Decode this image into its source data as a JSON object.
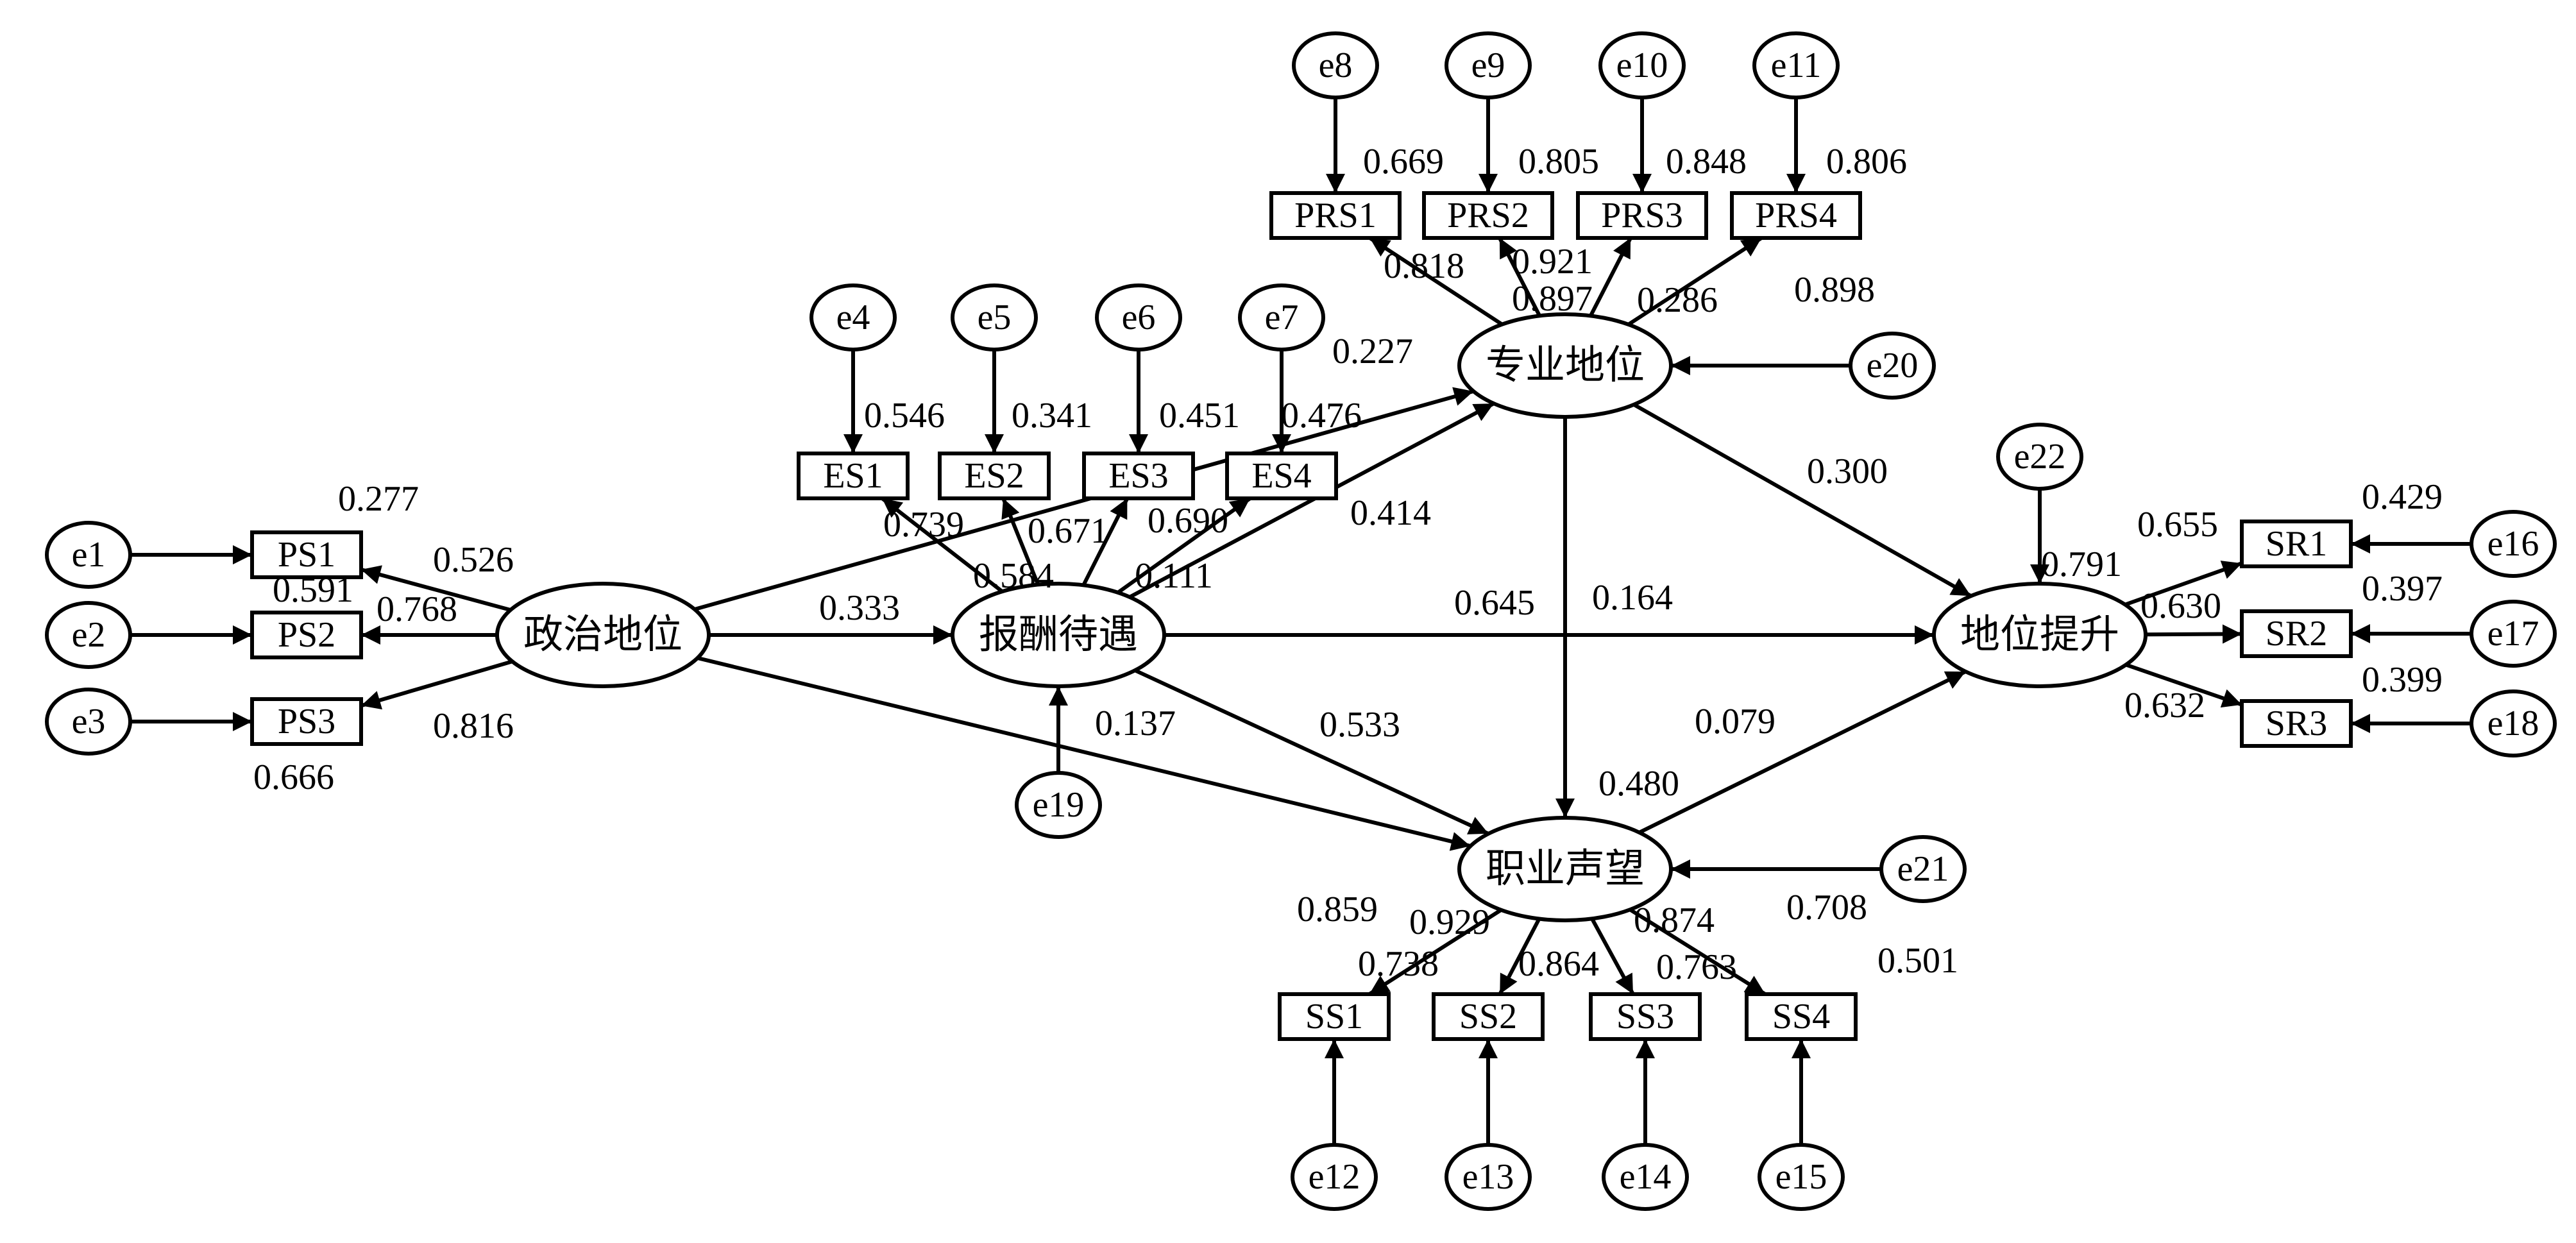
{
  "latents": [
    {
      "id": "L1",
      "label": "政治地位"
    },
    {
      "id": "L2",
      "label": "报酬待遇"
    },
    {
      "id": "L3",
      "label": "专业地位"
    },
    {
      "id": "L4",
      "label": "职业声望"
    },
    {
      "id": "L5",
      "label": "地位提升"
    }
  ],
  "observed": [
    {
      "id": "PS1",
      "label": "PS1"
    },
    {
      "id": "PS2",
      "label": "PS2"
    },
    {
      "id": "PS3",
      "label": "PS3"
    },
    {
      "id": "ES1",
      "label": "ES1"
    },
    {
      "id": "ES2",
      "label": "ES2"
    },
    {
      "id": "ES3",
      "label": "ES3"
    },
    {
      "id": "ES4",
      "label": "ES4"
    },
    {
      "id": "PRS1",
      "label": "PRS1"
    },
    {
      "id": "PRS2",
      "label": "PRS2"
    },
    {
      "id": "PRS3",
      "label": "PRS3"
    },
    {
      "id": "PRS4",
      "label": "PRS4"
    },
    {
      "id": "SS1",
      "label": "SS1"
    },
    {
      "id": "SS2",
      "label": "SS2"
    },
    {
      "id": "SS3",
      "label": "SS3"
    },
    {
      "id": "SS4",
      "label": "SS4"
    },
    {
      "id": "SR1",
      "label": "SR1"
    },
    {
      "id": "SR2",
      "label": "SR2"
    },
    {
      "id": "SR3",
      "label": "SR3"
    }
  ],
  "errors": [
    {
      "id": "e1",
      "label": "e1"
    },
    {
      "id": "e2",
      "label": "e2"
    },
    {
      "id": "e3",
      "label": "e3"
    },
    {
      "id": "e4",
      "label": "e4"
    },
    {
      "id": "e5",
      "label": "e5"
    },
    {
      "id": "e6",
      "label": "e6"
    },
    {
      "id": "e7",
      "label": "e7"
    },
    {
      "id": "e8",
      "label": "e8"
    },
    {
      "id": "e9",
      "label": "e9"
    },
    {
      "id": "e10",
      "label": "e10"
    },
    {
      "id": "e11",
      "label": "e11"
    },
    {
      "id": "e12",
      "label": "e12"
    },
    {
      "id": "e13",
      "label": "e13"
    },
    {
      "id": "e14",
      "label": "e14"
    },
    {
      "id": "e15",
      "label": "e15"
    },
    {
      "id": "e16",
      "label": "e16"
    },
    {
      "id": "e17",
      "label": "e17"
    },
    {
      "id": "e18",
      "label": "e18"
    },
    {
      "id": "e19",
      "label": "e19"
    },
    {
      "id": "e20",
      "label": "e20"
    },
    {
      "id": "e21",
      "label": "e21"
    },
    {
      "id": "e22",
      "label": "e22"
    }
  ],
  "edges": [
    {
      "from": "e1",
      "to": "PS1"
    },
    {
      "from": "e2",
      "to": "PS2"
    },
    {
      "from": "e3",
      "to": "PS3"
    },
    {
      "from": "L1",
      "to": "PS1"
    },
    {
      "from": "L1",
      "to": "PS2"
    },
    {
      "from": "L1",
      "to": "PS3"
    },
    {
      "from": "e4",
      "to": "ES1"
    },
    {
      "from": "e5",
      "to": "ES2"
    },
    {
      "from": "e6",
      "to": "ES3"
    },
    {
      "from": "e7",
      "to": "ES4"
    },
    {
      "from": "L2",
      "to": "ES1"
    },
    {
      "from": "L2",
      "to": "ES2"
    },
    {
      "from": "L2",
      "to": "ES3"
    },
    {
      "from": "L2",
      "to": "ES4"
    },
    {
      "from": "e8",
      "to": "PRS1"
    },
    {
      "from": "e9",
      "to": "PRS2"
    },
    {
      "from": "e10",
      "to": "PRS3"
    },
    {
      "from": "e11",
      "to": "PRS4"
    },
    {
      "from": "L3",
      "to": "PRS1"
    },
    {
      "from": "L3",
      "to": "PRS2"
    },
    {
      "from": "L3",
      "to": "PRS3"
    },
    {
      "from": "L3",
      "to": "PRS4"
    },
    {
      "from": "e12",
      "to": "SS1"
    },
    {
      "from": "e13",
      "to": "SS2"
    },
    {
      "from": "e14",
      "to": "SS3"
    },
    {
      "from": "e15",
      "to": "SS4"
    },
    {
      "from": "L4",
      "to": "SS1"
    },
    {
      "from": "L4",
      "to": "SS2"
    },
    {
      "from": "L4",
      "to": "SS3"
    },
    {
      "from": "L4",
      "to": "SS4"
    },
    {
      "from": "e16",
      "to": "SR1"
    },
    {
      "from": "e17",
      "to": "SR2"
    },
    {
      "from": "e18",
      "to": "SR3"
    },
    {
      "from": "L5",
      "to": "SR1"
    },
    {
      "from": "L5",
      "to": "SR2"
    },
    {
      "from": "L5",
      "to": "SR3"
    },
    {
      "from": "L1",
      "to": "L2"
    },
    {
      "from": "L1",
      "to": "L3"
    },
    {
      "from": "L1",
      "to": "L4"
    },
    {
      "from": "L2",
      "to": "L3"
    },
    {
      "from": "L2",
      "to": "L4"
    },
    {
      "from": "L2",
      "to": "L5"
    },
    {
      "from": "L3",
      "to": "L4"
    },
    {
      "from": "L3",
      "to": "L5"
    },
    {
      "from": "L4",
      "to": "L5"
    },
    {
      "from": "e19",
      "to": "L2"
    },
    {
      "from": "e20",
      "to": "L3"
    },
    {
      "from": "e21",
      "to": "L4"
    },
    {
      "from": "e22",
      "to": "L5"
    }
  ],
  "coefficients": [
    "0.277",
    "0.526",
    "0.591",
    "0.768",
    "0.816",
    "0.666",
    "0.546",
    "0.341",
    "0.451",
    "0.476",
    "0.739",
    "0.671",
    "0.690",
    "0.584",
    "0.111",
    "0.227",
    "0.414",
    "0.333",
    "0.645",
    "0.164",
    "0.137",
    "0.533",
    "0.669",
    "0.805",
    "0.848",
    "0.806",
    "0.818",
    "0.921",
    "0.897",
    "0.286",
    "0.898",
    "0.300",
    "0.791",
    "0.655",
    "0.429",
    "0.630",
    "0.397",
    "0.632",
    "0.399",
    "0.079",
    "0.480",
    "0.859",
    "0.929",
    "0.738",
    "0.864",
    "0.874",
    "0.763",
    "0.708",
    "0.501"
  ]
}
